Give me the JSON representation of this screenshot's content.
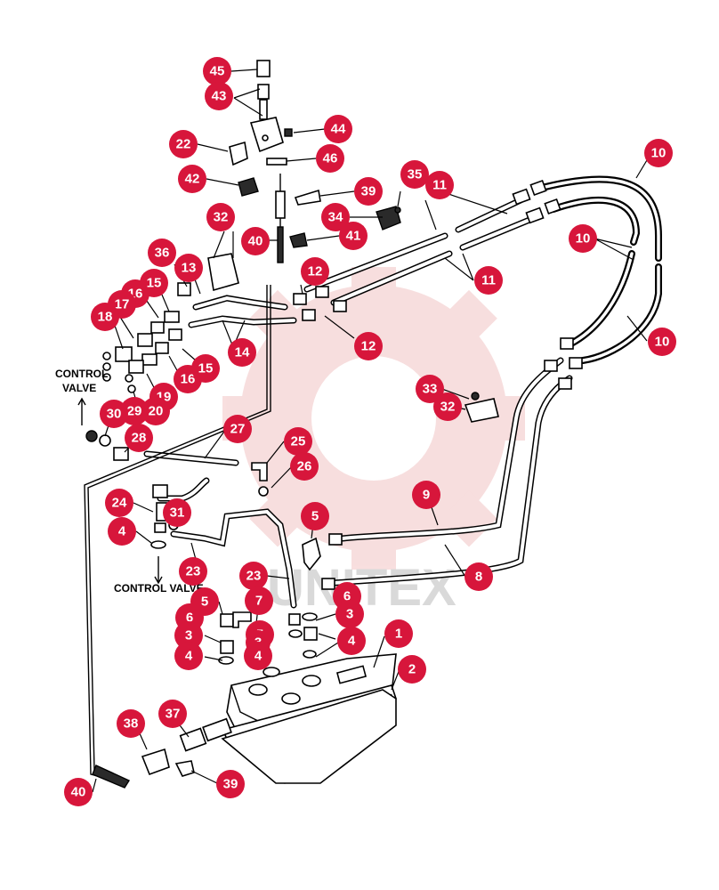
{
  "diagram": {
    "watermark_text": "UNITEX",
    "labels": {
      "control_valve_top_line1": "CONTROL",
      "control_valve_top_line2": "VALVE",
      "control_valve_bottom": "CONTROL VALVE"
    },
    "callouts": [
      "45",
      "43",
      "44",
      "22",
      "46",
      "42",
      "35",
      "11",
      "39",
      "34",
      "32",
      "41",
      "40",
      "36",
      "13",
      "12",
      "16",
      "15",
      "17",
      "18",
      "14",
      "12",
      "10",
      "10",
      "10",
      "11",
      "16",
      "15",
      "19",
      "20",
      "29",
      "30",
      "28",
      "27",
      "33",
      "32",
      "25",
      "26",
      "24",
      "31",
      "9",
      "4",
      "5",
      "23",
      "8",
      "23",
      "5",
      "7",
      "6",
      "3",
      "1",
      "5",
      "6",
      "3",
      "4",
      "2",
      "3",
      "4",
      "4",
      "37",
      "38",
      "39",
      "40"
    ],
    "colors": {
      "callout_fill": "#d7163b",
      "callout_text": "#ffffff",
      "line_art": "#000000",
      "watermark_gear": "#f2c4c4",
      "watermark_text": "#d9d9d9"
    }
  }
}
